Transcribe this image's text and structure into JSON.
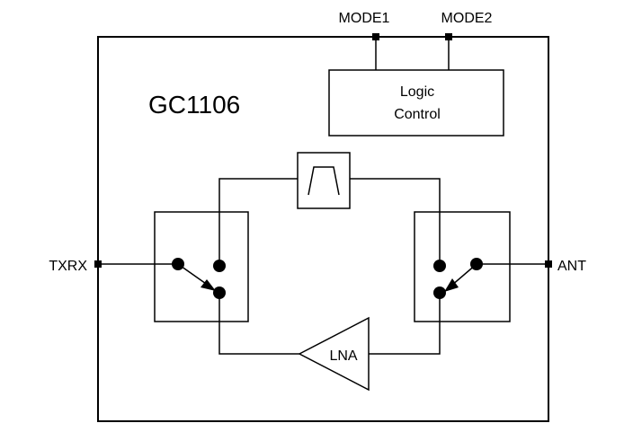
{
  "chip": {
    "part_number": "GC1106"
  },
  "pins": {
    "mode1": "MODE1",
    "mode2": "MODE2",
    "txrx": "TXRX",
    "ant": "ANT"
  },
  "logic_block": {
    "line1": "Logic",
    "line2": "Control"
  },
  "amplifier": {
    "label": "LNA"
  },
  "filter": {
    "type": "bandpass-filter-icon"
  },
  "colors": {
    "stroke": "#000000",
    "background": "#ffffff"
  }
}
